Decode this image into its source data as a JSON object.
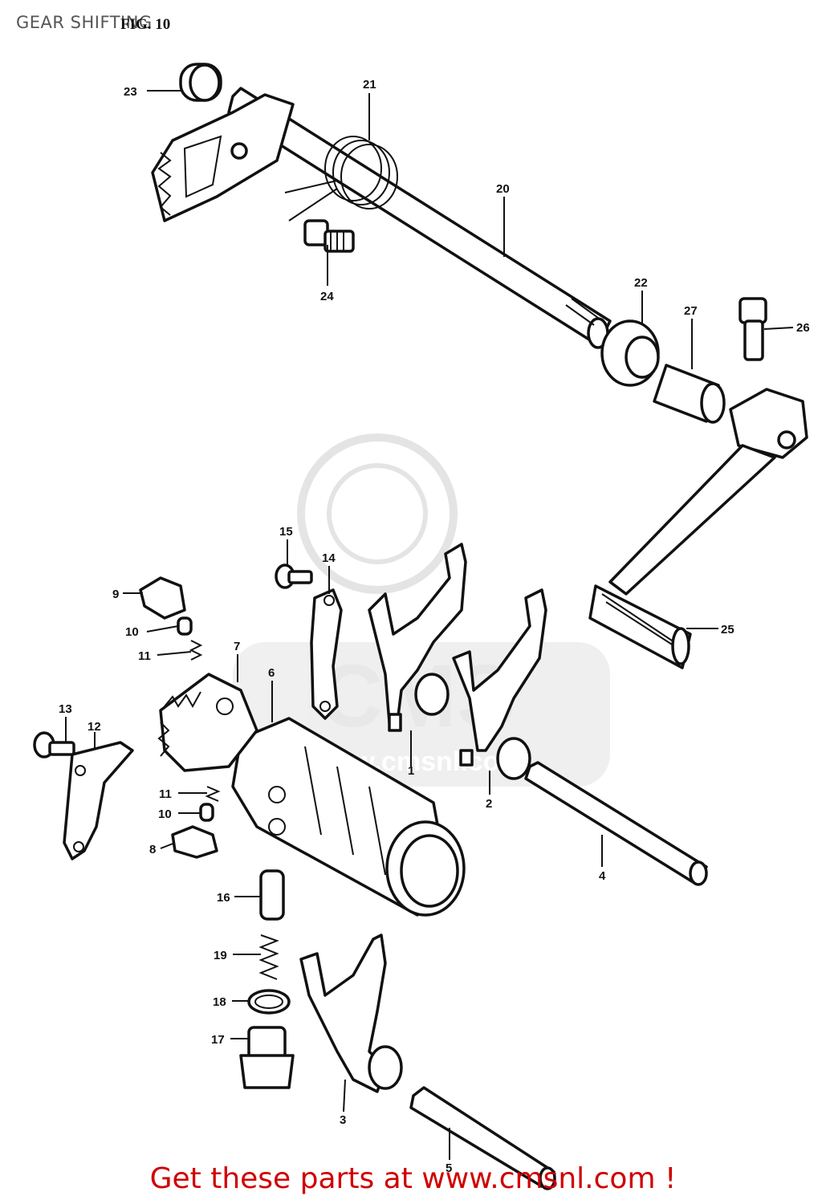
{
  "header": {
    "title": "GEAR SHIFTING",
    "fig_label": "FIG. 10"
  },
  "footer": {
    "text": "Get these parts at www.cmsnl.com !"
  },
  "watermark": {
    "text": "www.cmsnl.com",
    "logo_letters": "CMS"
  },
  "callouts": [
    "1",
    "2",
    "3",
    "4",
    "5",
    "6",
    "7",
    "8",
    "9",
    "10",
    "10",
    "11",
    "11",
    "12",
    "13",
    "14",
    "15",
    "16",
    "17",
    "18",
    "19",
    "20",
    "21",
    "22",
    "23",
    "24",
    "25",
    "26",
    "27"
  ],
  "colors": {
    "footer_text": "#d00000",
    "line": "#111111",
    "watermark": "#cfcfcf"
  }
}
